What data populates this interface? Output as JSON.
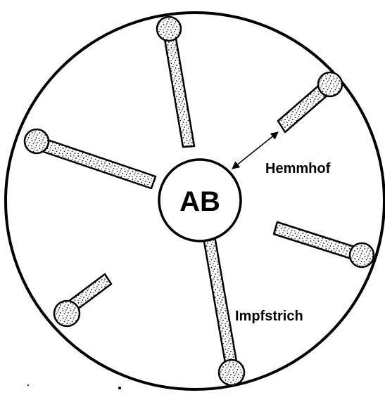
{
  "diagram": {
    "center_label": "AB",
    "labels": {
      "inhibition_zone": "Hemmhof",
      "inoculation_streak": "Impfstrich"
    },
    "colors": {
      "ink": "#000000",
      "background": "#ffffff"
    }
  }
}
